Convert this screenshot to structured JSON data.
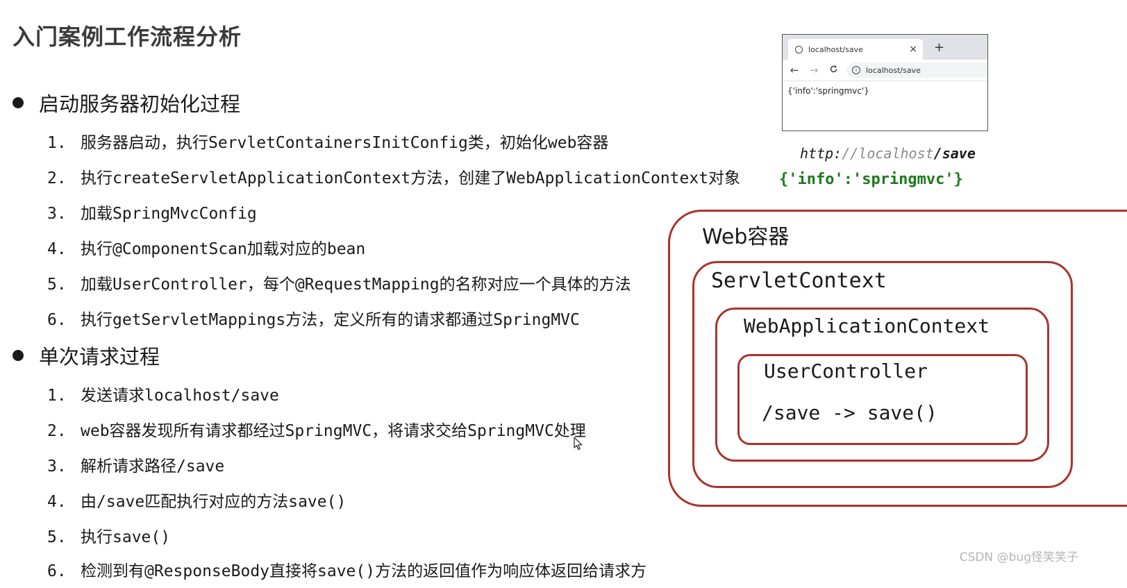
{
  "page_title": "入门案例工作流程分析",
  "sections": [
    {
      "label": "启动服务器初始化过程",
      "steps": [
        {
          "num": "1.",
          "text": "服务器启动，执行ServletContainersInitConfig类，初始化web容器"
        },
        {
          "num": "2.",
          "text": "执行createServletApplicationContext方法，创建了WebApplicationContext对象"
        },
        {
          "num": "3.",
          "text": "加载SpringMvcConfig"
        },
        {
          "num": "4.",
          "text": "执行@ComponentScan加载对应的bean"
        },
        {
          "num": "5.",
          "text": "加载UserController，每个@RequestMapping的名称对应一个具体的方法"
        },
        {
          "num": "6.",
          "text": "执行getServletMappings方法，定义所有的请求都通过SpringMVC"
        }
      ]
    },
    {
      "label": "单次请求过程",
      "steps": [
        {
          "num": "1.",
          "text": "发送请求localhost/save"
        },
        {
          "num": "2.",
          "text": "web容器发现所有请求都经过SpringMVC，将请求交给SpringMVC处理"
        },
        {
          "num": "3.",
          "text": "解析请求路径/save"
        },
        {
          "num": "4.",
          "text": "由/save匹配执行对应的方法save()"
        },
        {
          "num": "5.",
          "text": "执行save()"
        },
        {
          "num": "6.",
          "text": "检测到有@ResponseBody直接将save()方法的返回值作为响应体返回给请求方"
        }
      ]
    }
  ],
  "browser": {
    "tab_title": "localhost/save",
    "tab_close": "×",
    "new_tab": "+",
    "back": "←",
    "forward": "→",
    "reload": "C",
    "info": "i",
    "address": "localhost/save",
    "body": "{'info':'springmvc'}"
  },
  "url_label": {
    "scheme": "http:",
    "slashes_host": "//localhost",
    "path": "/save"
  },
  "response_label": "{'info':'springmvc'}",
  "containers": {
    "web": "Web容器",
    "servlet_context": "ServletContext",
    "web_application_context": "WebApplicationContext",
    "user_controller": "UserController",
    "route": "/save -> save()"
  },
  "watermark": "CSDN @bug怪笑笑子",
  "colors": {
    "container_border": "#a8342c",
    "response_text": "#1d7a1d"
  }
}
